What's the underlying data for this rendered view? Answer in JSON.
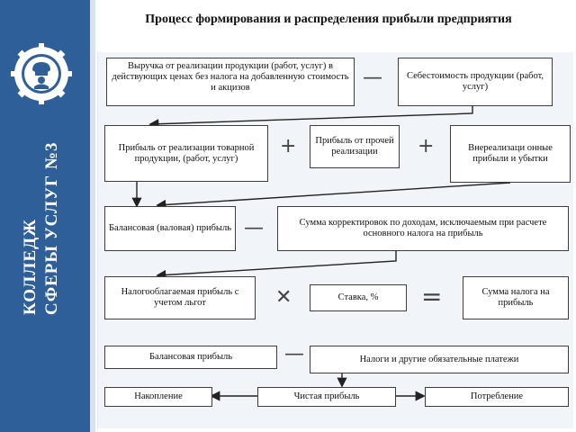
{
  "sidebar": {
    "college_line1": "КОЛЛЕДЖ",
    "college_line2": "СФЕРЫ УСЛУГ №3"
  },
  "title": "Процесс формирования и распределения прибыли предприятия",
  "boxes": {
    "revenue": "Выручка от реализации продукции (работ, услуг) в действующих ценах без налога на добавленную стоимость и акцизов",
    "cost": "Себестоимость продукции (работ, услуг)",
    "profit_sales": "Прибыль от реализации товарной продукции, (работ, услуг)",
    "profit_other": "Прибыль от прочей реализации",
    "non_operating": "Внереализаци онные прибыли и убытки",
    "balance_profit": "Балансовая (валовая) прибыль",
    "adjustments": "Сумма корректировок по доходам, исключаемым при расчете основного налога на прибыль",
    "taxable_profit": "Налогооблагаемая прибыль с учетом льгот",
    "rate": "Ставка, %",
    "tax_amount": "Сумма налога на прибыль",
    "balance_profit2": "Балансовая прибыль",
    "taxes": "Налоги и другие обязательные платежи",
    "savings": "Накопление",
    "net_profit": "Чистая прибыль",
    "consumption": "Потребление"
  },
  "operators": {
    "minus": "—",
    "plus": "+",
    "multiply": "✕",
    "equals": "="
  },
  "colors": {
    "sidebar": "#2f5f98",
    "panel": "#f1f4f9",
    "border": "#3d3d3d"
  },
  "icons": {
    "logo": "college-gear-chef-logo"
  }
}
